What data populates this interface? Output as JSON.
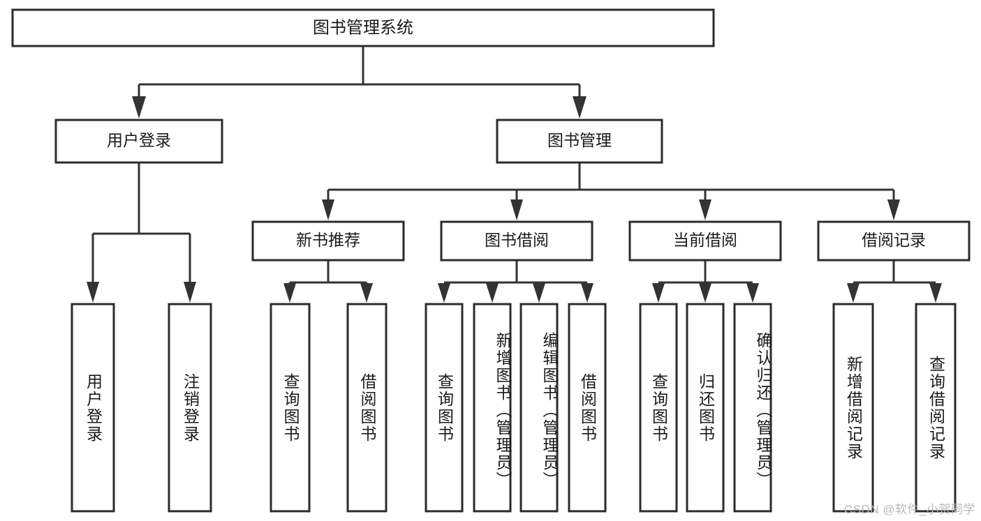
{
  "diagram": {
    "type": "tree",
    "title_node": {
      "id": "root",
      "label": "图书管理系统"
    },
    "level1": [
      {
        "id": "user-login",
        "label": "用户登录"
      },
      {
        "id": "book-management",
        "label": "图书管理"
      }
    ],
    "level2": [
      {
        "id": "new-book-recommend",
        "label": "新书推荐",
        "parent": "book-management"
      },
      {
        "id": "book-borrow",
        "label": "图书借阅",
        "parent": "book-management"
      },
      {
        "id": "current-borrow",
        "label": "当前借阅",
        "parent": "book-management"
      },
      {
        "id": "borrow-record",
        "label": "借阅记录",
        "parent": "book-management"
      }
    ],
    "leaves": [
      {
        "id": "leaf-user-login",
        "label": "用户登录",
        "parent": "user-login"
      },
      {
        "id": "leaf-user-logout",
        "label": "注销登录",
        "parent": "user-login"
      },
      {
        "id": "leaf-query-book-1",
        "label": "查询图书",
        "parent": "new-book-recommend"
      },
      {
        "id": "leaf-borrow-book-1",
        "label": "借阅图书",
        "parent": "new-book-recommend"
      },
      {
        "id": "leaf-query-book-2",
        "label": "查询图书",
        "parent": "book-borrow"
      },
      {
        "id": "leaf-add-book",
        "label": "新增图书（管理员）",
        "parent": "book-borrow"
      },
      {
        "id": "leaf-edit-book",
        "label": "编辑图书（管理员）",
        "parent": "book-borrow"
      },
      {
        "id": "leaf-borrow-book-2",
        "label": "借阅图书",
        "parent": "book-borrow"
      },
      {
        "id": "leaf-query-book-3",
        "label": "查询图书",
        "parent": "current-borrow"
      },
      {
        "id": "leaf-return-book",
        "label": "归还图书",
        "parent": "current-borrow"
      },
      {
        "id": "leaf-confirm-return",
        "label": "确认归还（管理员）",
        "parent": "current-borrow"
      },
      {
        "id": "leaf-add-record",
        "label": "新增借阅记录",
        "parent": "borrow-record"
      },
      {
        "id": "leaf-query-record",
        "label": "查询借阅记录",
        "parent": "borrow-record"
      }
    ],
    "colors": {
      "box_stroke": "#2b2b2b",
      "box_fill": "#ffffff",
      "connector": "#333333",
      "text": "#1a1a1a",
      "background": "#ffffff",
      "watermark": "#b9b9b9"
    }
  },
  "watermark": {
    "text": "CSDN @软件_小贺同学"
  }
}
